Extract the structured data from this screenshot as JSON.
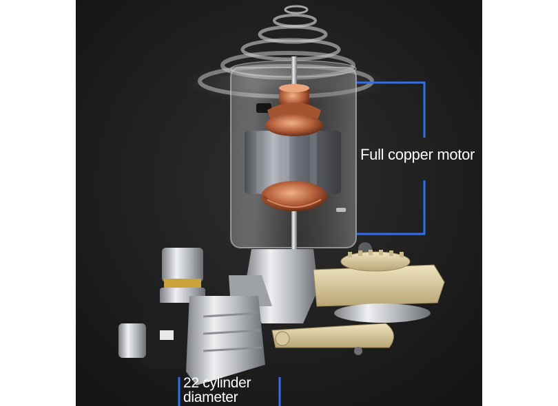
{
  "labels": {
    "motor": "Full copper motor",
    "cylinder_line1": "22 cylinder",
    "cylinder_line2": "diameter"
  },
  "colors": {
    "background": "#ffffff",
    "photo_background": "#1c1c1c",
    "callout_line": "#2f6ff0",
    "label_text": "#ffffff",
    "copper": "#c8744a",
    "gear": "#e0d3a8",
    "metal": "#c9ccd0"
  }
}
